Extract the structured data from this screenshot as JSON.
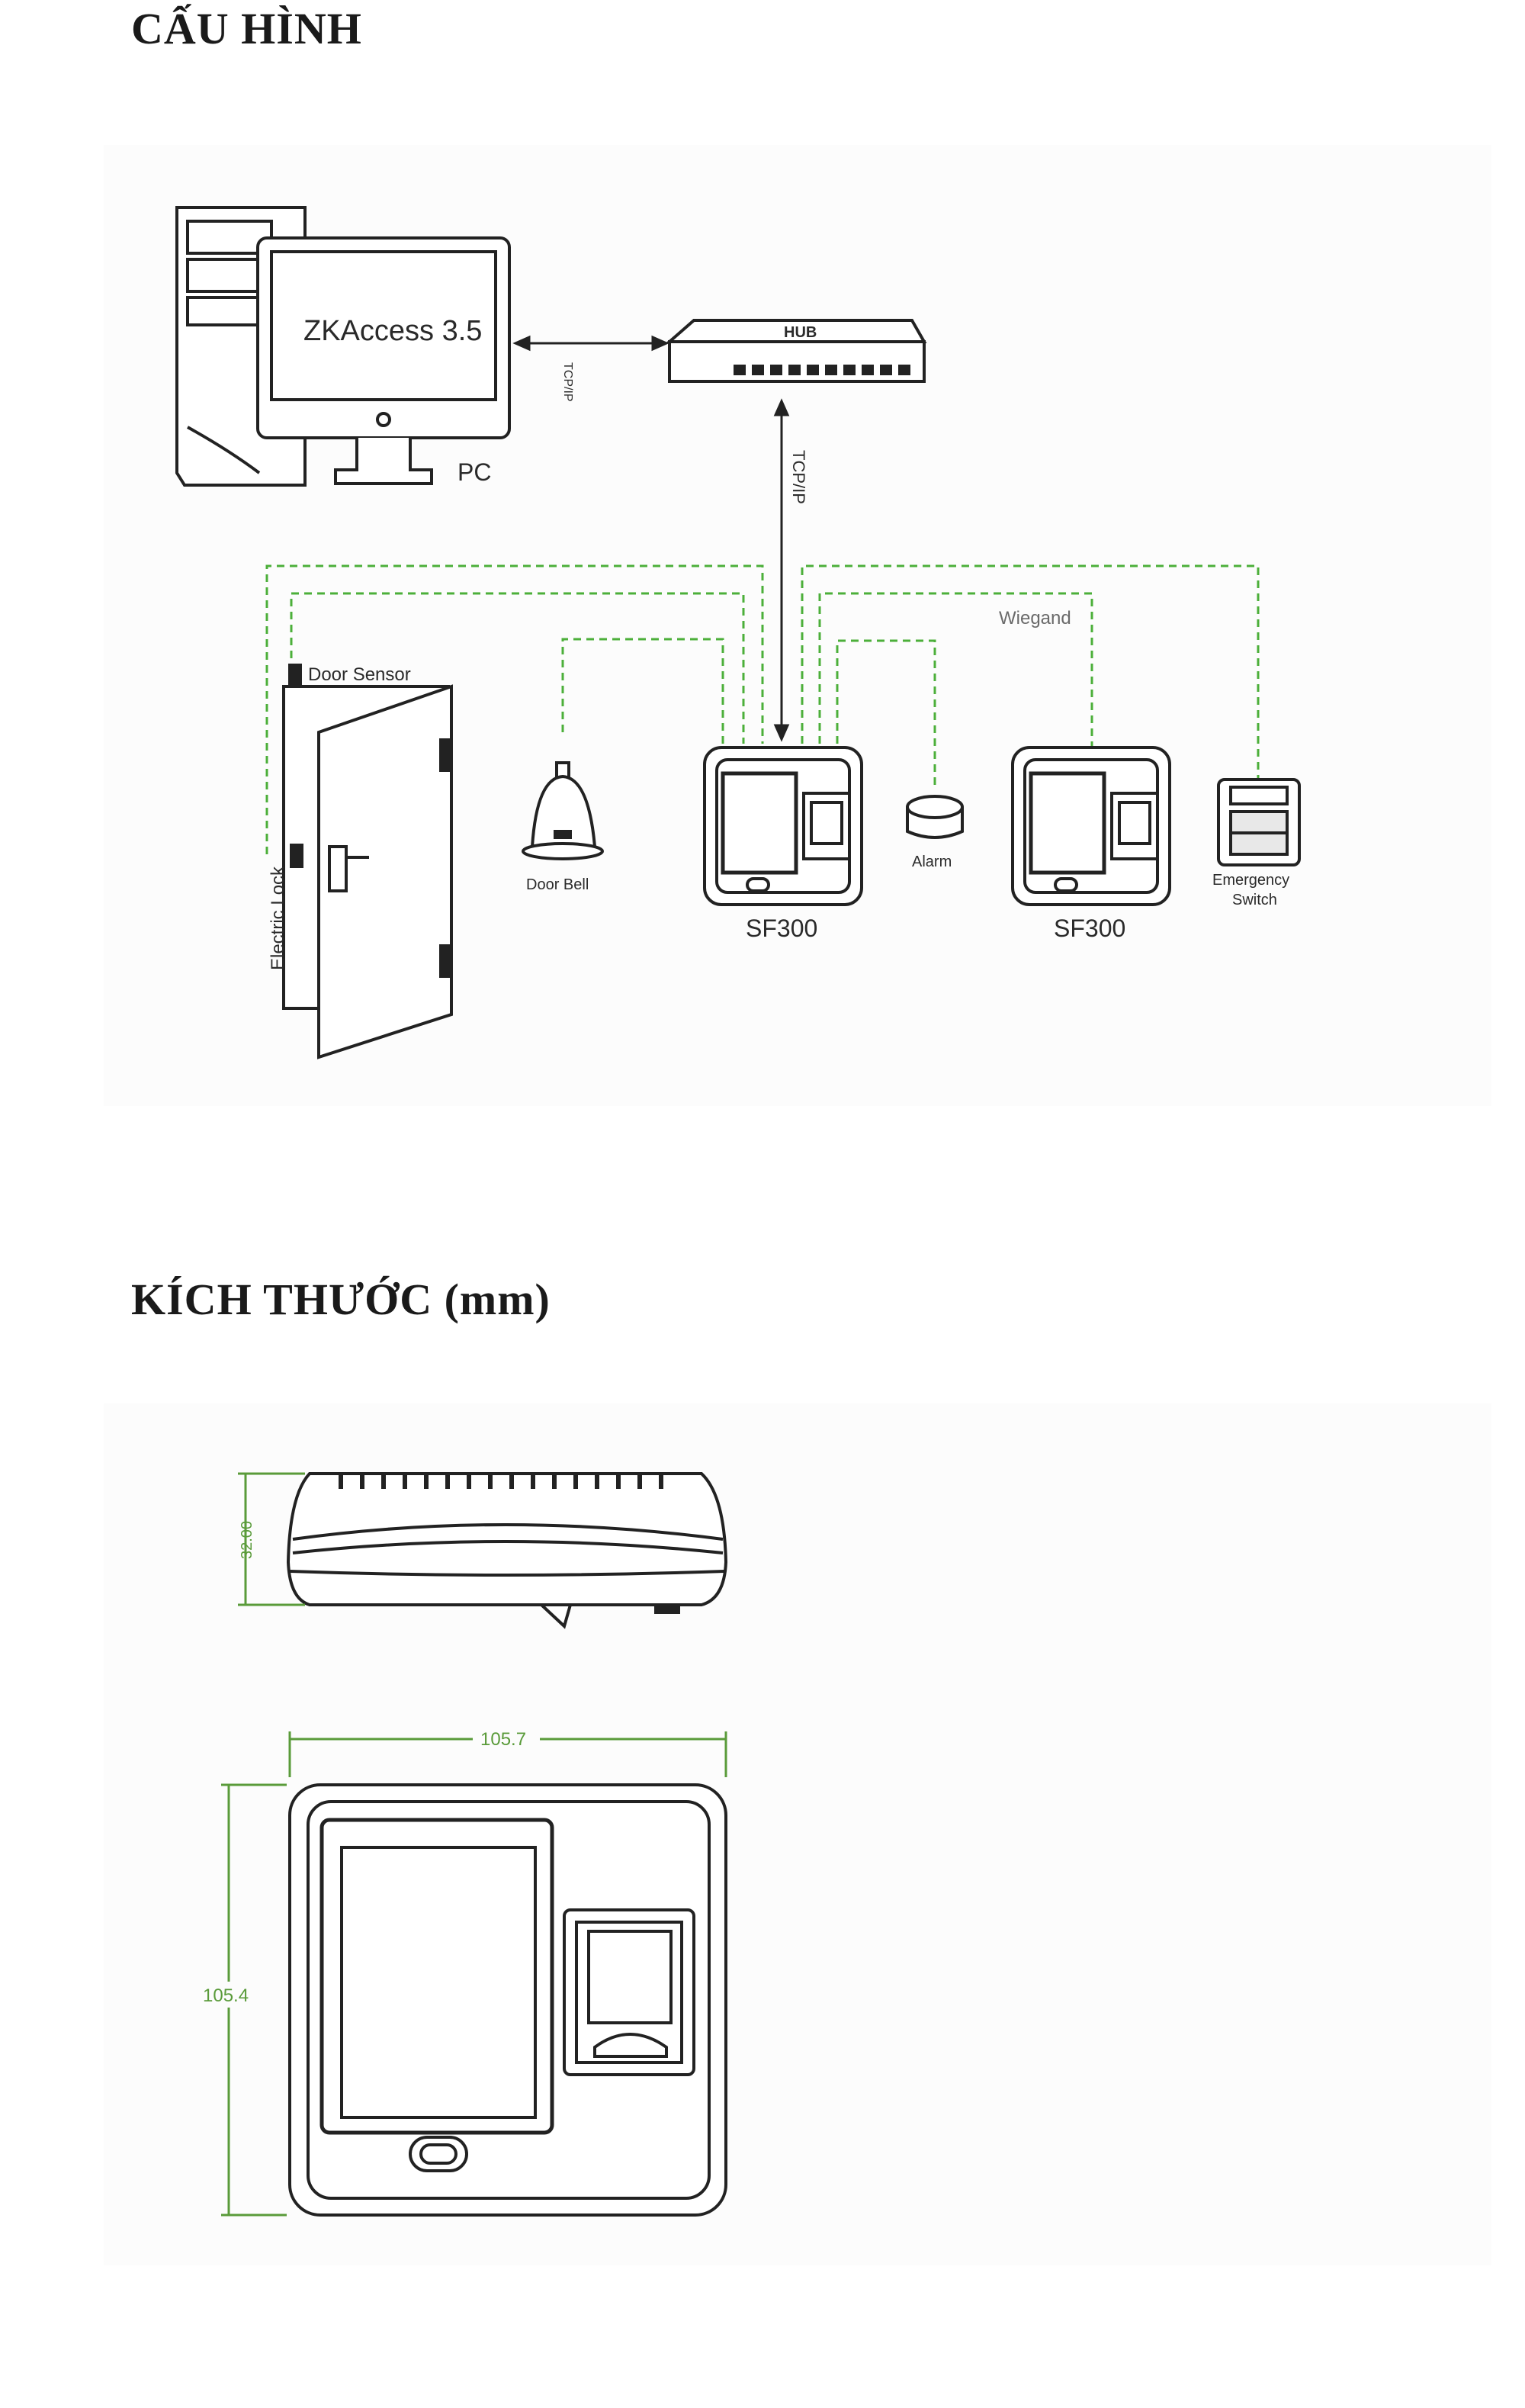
{
  "sections": {
    "config_title": "CẤU HÌNH",
    "dimension_title": "KÍCH THƯỚC (mm)"
  },
  "diagram": {
    "software_label": "ZKAccess 3.5",
    "pc_label": "PC",
    "hub_label": "HUB",
    "link_pc_hub": "TCP/IP",
    "link_hub_device": "TCP/IP",
    "wiegand_label": "Wiegand",
    "door_sensor_label": "Door Sensor",
    "electric_lock_label": "Electric Lock",
    "door_bell_label": "Door Bell",
    "alarm_label": "Alarm",
    "device1_label": "SF300",
    "device2_label": "SF300",
    "emergency_label_1": "Emergency",
    "emergency_label_2": "Switch",
    "wire_color": "#4caf3a"
  },
  "dimensions": {
    "depth": "32.00",
    "width": "105.7",
    "height": "105.4",
    "dim_color": "#5a9b3a"
  }
}
